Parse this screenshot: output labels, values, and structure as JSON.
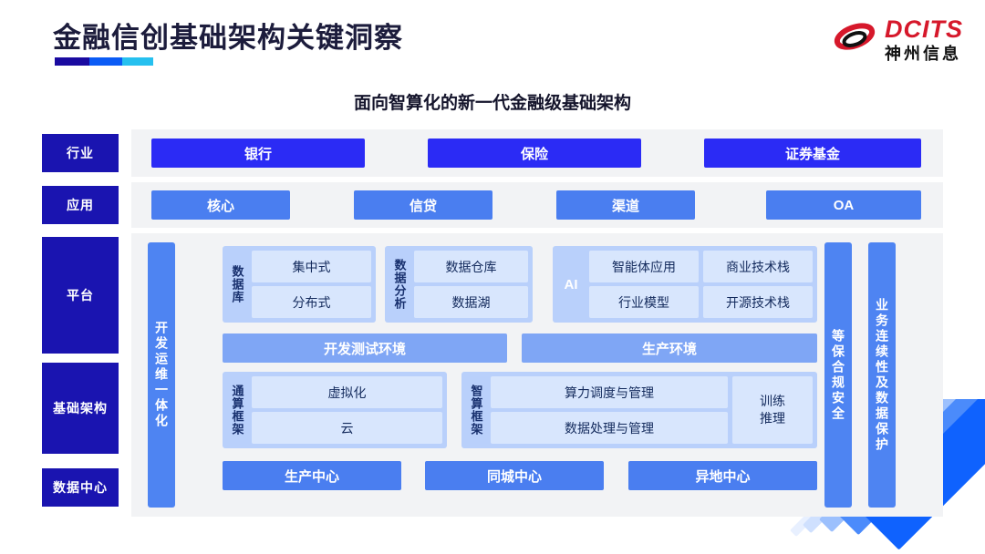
{
  "header": {
    "title": "金融信创基础架构关键洞察",
    "logo": {
      "en": "DCITS",
      "cn": "神州信息",
      "mark": "swoosh-icon"
    },
    "accent_colors": [
      "#1a0aa0",
      "#0b5bf5",
      "#26c0ef"
    ]
  },
  "subtitle": "面向智算化的新一代金融级基础架构",
  "diagram": {
    "layer_labels": {
      "industry": "行业",
      "application": "应用",
      "platform": "平台",
      "infrastructure": "基础架构",
      "datacenter": "数据中心"
    },
    "industry": {
      "items": [
        {
          "label": "银行"
        },
        {
          "label": "保险"
        },
        {
          "label": "证券基金"
        }
      ]
    },
    "application": {
      "items": [
        {
          "label": "核心"
        },
        {
          "label": "信贷"
        },
        {
          "label": "渠道"
        },
        {
          "label": "OA"
        }
      ]
    },
    "side_bars": {
      "devops": "开发运维一体化",
      "security": "等保合规安全",
      "continuity": "业务连续性及数据保护"
    },
    "platform": {
      "database": {
        "label": "数据库",
        "cells": [
          "集中式",
          "分布式"
        ]
      },
      "data_analytics": {
        "label": "数据分析",
        "cells": [
          "数据仓库",
          "数据湖"
        ]
      },
      "ai": {
        "label": "AI",
        "col1": [
          "智能体应用",
          "行业模型"
        ],
        "col2": [
          "商业技术栈",
          "开源技术栈"
        ]
      },
      "environments": [
        {
          "label": "开发测试环境"
        },
        {
          "label": "生产环境"
        }
      ]
    },
    "infrastructure": {
      "general_compute": {
        "label": "通算框架",
        "cells": [
          "虚拟化",
          "云"
        ]
      },
      "smart_compute": {
        "label": "智算框架",
        "cells": [
          "算力调度与管理",
          "数据处理与管理"
        ],
        "side_line1": "训练",
        "side_line2": "推理"
      }
    },
    "datacenter": {
      "items": [
        {
          "label": "生产中心"
        },
        {
          "label": "同城中心"
        },
        {
          "label": "异地中心"
        }
      ]
    }
  },
  "colors": {
    "label_navy": "#1a14b0",
    "industry_blue": "#2b2bf5",
    "app_blue": "#4a7ef0",
    "bar_blue": "#4e84f2",
    "group_blue": "#b9d0fb",
    "cell_blue": "#d8e6fd",
    "env_blue": "#7fa6f5",
    "band_gray": "#f2f3f5",
    "logo_red": "#d6182b"
  }
}
